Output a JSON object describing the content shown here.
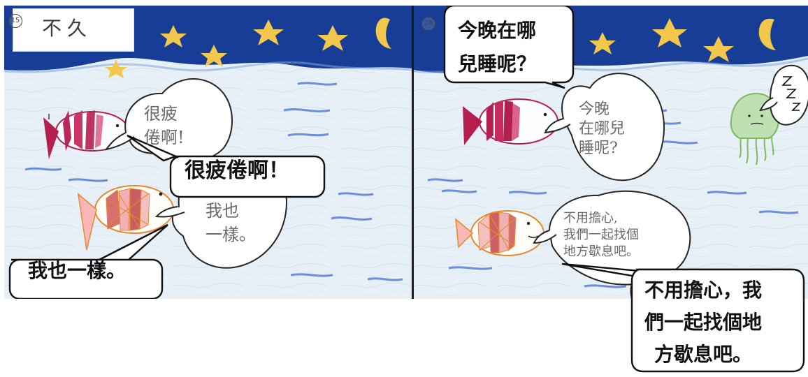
{
  "panels": [
    {
      "number": "15",
      "caption": "不久",
      "bubbles": [
        {
          "text": "很疲\n倦啊!"
        },
        {
          "text": "我也\n一樣。"
        }
      ],
      "callouts": [
        {
          "text": "很疲倦啊！"
        },
        {
          "text": "我也一樣。"
        }
      ]
    },
    {
      "number": "28",
      "bubbles": [
        {
          "text": "今晚\n在哪兒\n睡呢?"
        },
        {
          "text": "不用擔心,\n我們一起找個\n地方歇息吧。"
        }
      ],
      "callouts": [
        {
          "text": "今晚在哪\n兒睡呢？"
        },
        {
          "text": "不用擔心，我\n們一起找個地\n方歇息吧。"
        }
      ]
    }
  ],
  "colors": {
    "night_sky": "#183d96",
    "star": "#f2c74b",
    "moon": "#f2c74b",
    "sea": "#e6eef6",
    "fish_red": "#b51f4f",
    "fish_orange": "#e48a2d",
    "jellyfish_green": "#7dbb5e"
  }
}
